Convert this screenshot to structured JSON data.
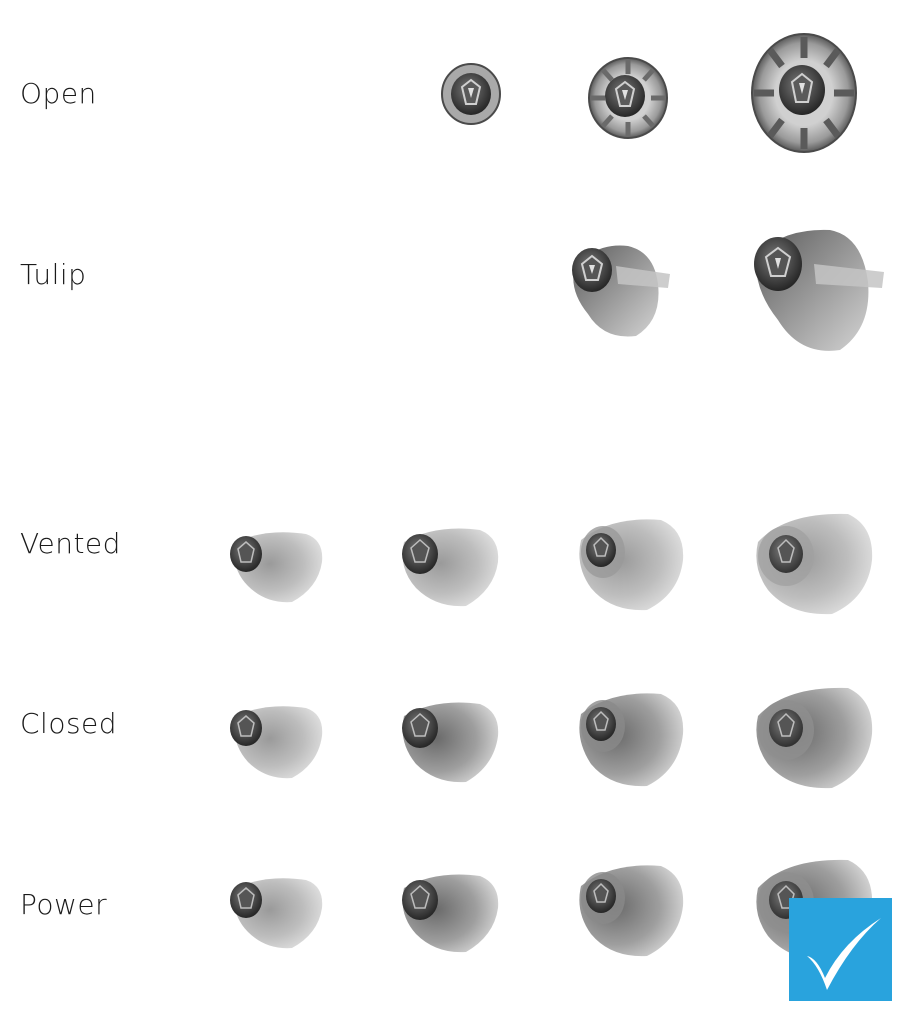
{
  "rows": [
    {
      "label": "Open"
    },
    {
      "label": "Tulip"
    },
    {
      "label": "Vented"
    },
    {
      "label": "Closed"
    },
    {
      "label": "Power"
    }
  ],
  "colors": {
    "background": "#ffffff",
    "dome_dark": "#3c3c3c",
    "dome_mid": "#8a8a8a",
    "dome_light": "#cfcfcf",
    "badge_blue": "#29a3dd",
    "badge_check": "#ffffff"
  },
  "badge": {
    "icon": "checkmark-icon"
  }
}
